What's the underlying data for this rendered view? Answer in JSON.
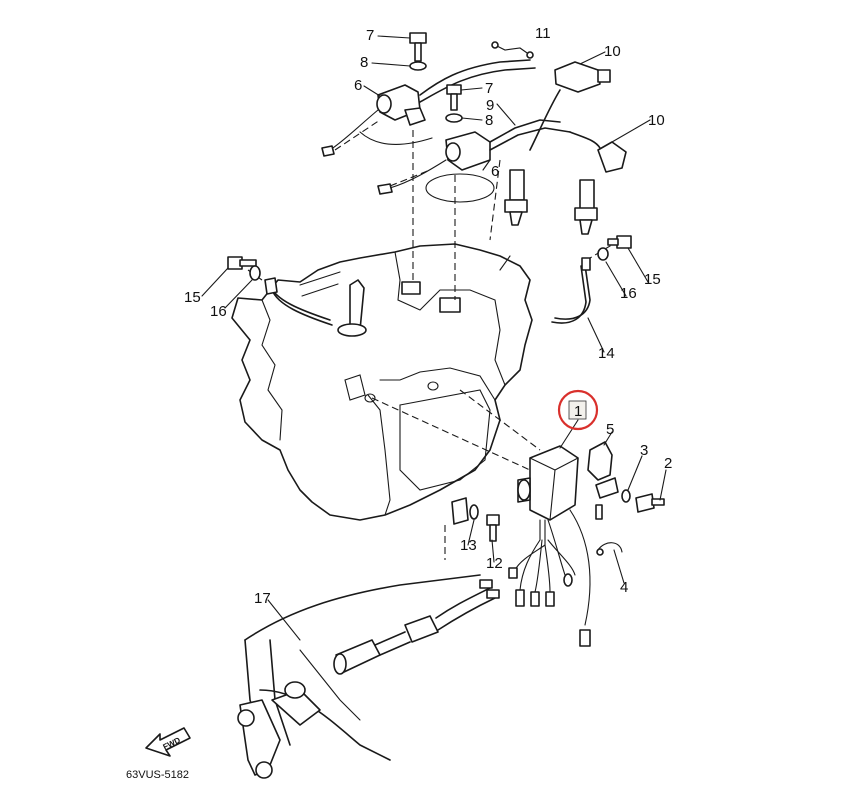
{
  "diagram": {
    "code": "63VUS-5182",
    "direction_label": "FWD",
    "highlight_color": "#d9302c",
    "parts": [
      {
        "id": "p1",
        "label": "1"
      },
      {
        "id": "p2",
        "label": "2"
      },
      {
        "id": "p3",
        "label": "3"
      },
      {
        "id": "p4",
        "label": "4"
      },
      {
        "id": "p5",
        "label": "5"
      },
      {
        "id": "p6a",
        "label": "6"
      },
      {
        "id": "p6b",
        "label": "6"
      },
      {
        "id": "p7a",
        "label": "7"
      },
      {
        "id": "p7b",
        "label": "7"
      },
      {
        "id": "p8a",
        "label": "8"
      },
      {
        "id": "p8b",
        "label": "8"
      },
      {
        "id": "p9",
        "label": "9"
      },
      {
        "id": "p10a",
        "label": "10"
      },
      {
        "id": "p10b",
        "label": "10"
      },
      {
        "id": "p11",
        "label": "11"
      },
      {
        "id": "p12",
        "label": "12"
      },
      {
        "id": "p13",
        "label": "13"
      },
      {
        "id": "p14",
        "label": "14"
      },
      {
        "id": "p15a",
        "label": "15"
      },
      {
        "id": "p15b",
        "label": "15"
      },
      {
        "id": "p16a",
        "label": "16"
      },
      {
        "id": "p16b",
        "label": "16"
      },
      {
        "id": "p17",
        "label": "17"
      }
    ]
  }
}
